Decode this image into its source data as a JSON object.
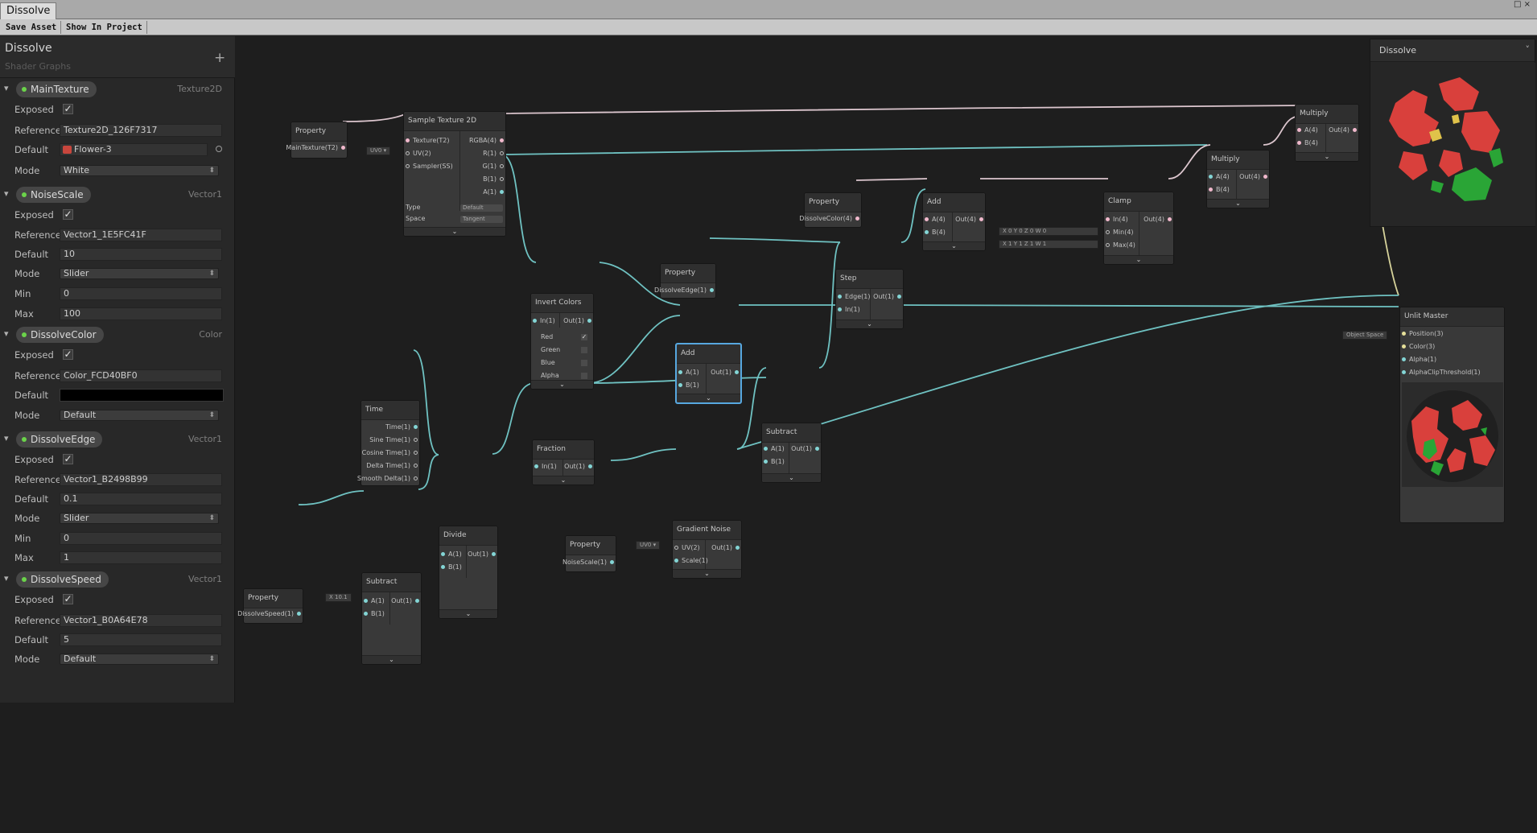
{
  "window": {
    "tab_title": "Dissolve",
    "controls": "□ ×"
  },
  "toolbar": {
    "save_asset": "Save Asset",
    "show_in_project": "Show In Project"
  },
  "blackboard": {
    "title": "Dissolve",
    "subtitle": "Shader Graphs",
    "add_symbol": "+",
    "properties": [
      {
        "name": "MainTexture",
        "type": "Texture2D",
        "exposed_label": "Exposed",
        "exposed": true,
        "reference_label": "Reference",
        "reference": "Texture2D_126F7317",
        "default_label": "Default",
        "default": "Flower-3",
        "mode_label": "Mode",
        "mode": "White"
      },
      {
        "name": "NoiseScale",
        "type": "Vector1",
        "exposed_label": "Exposed",
        "exposed": true,
        "reference_label": "Reference",
        "reference": "Vector1_1E5FC41F",
        "default_label": "Default",
        "default": "10",
        "mode_label": "Mode",
        "mode": "Slider",
        "min_label": "Min",
        "min": "0",
        "max_label": "Max",
        "max": "100"
      },
      {
        "name": "DissolveColor",
        "type": "Color",
        "exposed_label": "Exposed",
        "exposed": true,
        "reference_label": "Reference",
        "reference": "Color_FCD40BF0",
        "default_label": "Default",
        "default_color": "#000000",
        "mode_label": "Mode",
        "mode": "Default"
      },
      {
        "name": "DissolveEdge",
        "type": "Vector1",
        "exposed_label": "Exposed",
        "exposed": true,
        "reference_label": "Reference",
        "reference": "Vector1_B2498B99",
        "default_label": "Default",
        "default": "0.1",
        "mode_label": "Mode",
        "mode": "Slider",
        "min_label": "Min",
        "min": "0",
        "max_label": "Max",
        "max": "1"
      },
      {
        "name": "DissolveSpeed",
        "type": "Vector1",
        "exposed_label": "Exposed",
        "exposed": true,
        "reference_label": "Reference",
        "reference": "Vector1_B0A64E78",
        "default_label": "Default",
        "default": "5",
        "mode_label": "Mode",
        "mode": "Default"
      }
    ]
  },
  "nodes": {
    "prop_maintex": {
      "title": "Property",
      "out": "MainTexture(T2)"
    },
    "sample_tex": {
      "title": "Sample Texture 2D",
      "in_texture": "Texture(T2)",
      "in_uv": "UV(2)",
      "in_sampler": "Sampler(SS)",
      "out_rgba": "RGBA(4)",
      "out_r": "R(1)",
      "out_g": "G(1)",
      "out_b": "B(1)",
      "out_a": "A(1)",
      "type_label": "Type",
      "type_value": "Default",
      "space_label": "Space",
      "space_value": "Tangent",
      "uv_ext": "UV0 ▾"
    },
    "invert": {
      "title": "Invert Colors",
      "in": "In(1)",
      "out": "Out(1)",
      "red": "Red",
      "green": "Green",
      "blue": "Blue",
      "alpha": "Alpha"
    },
    "time": {
      "title": "Time",
      "o1": "Time(1)",
      "o2": "Sine Time(1)",
      "o3": "Cosine Time(1)",
      "o4": "Delta Time(1)",
      "o5": "Smooth Delta(1)"
    },
    "prop_speed": {
      "title": "Property",
      "out": "DissolveSpeed(1)"
    },
    "subtract1": {
      "title": "Subtract",
      "a": "A(1)",
      "b": "B(1)",
      "out": "Out(1)",
      "ext": "X 10.1"
    },
    "divide": {
      "title": "Divide",
      "a": "A(1)",
      "b": "B(1)",
      "out": "Out(1)"
    },
    "fraction": {
      "title": "Fraction",
      "in": "In(1)",
      "out": "Out(1)"
    },
    "prop_noise": {
      "title": "Property",
      "out": "NoiseScale(1)"
    },
    "gradient": {
      "title": "Gradient Noise",
      "uv": "UV(2)",
      "scale": "Scale(1)",
      "out": "Out(1)",
      "ext": "UV0 ▾"
    },
    "subtract2": {
      "title": "Subtract",
      "a": "A(1)",
      "b": "B(1)",
      "out": "Out(1)"
    },
    "add_center": {
      "title": "Add",
      "a": "A(1)",
      "b": "B(1)",
      "out": "Out(1)"
    },
    "prop_edge": {
      "title": "Property",
      "out": "DissolveEdge(1)"
    },
    "step": {
      "title": "Step",
      "edge": "Edge(1)",
      "in": "In(1)",
      "out": "Out(1)"
    },
    "prop_color": {
      "title": "Property",
      "out": "DissolveColor(4)"
    },
    "add_top": {
      "title": "Add",
      "a": "A(4)",
      "b": "B(4)",
      "out": "Out(4)"
    },
    "clamp": {
      "title": "Clamp",
      "in": "In(4)",
      "min": "Min(4)",
      "max": "Max(4)",
      "out": "Out(4)",
      "ext_min": "X 0   Y 0   Z 0   W 0",
      "ext_max": "X 1   Y 1   Z 1   W 1"
    },
    "multiply1": {
      "title": "Multiply",
      "a": "A(4)",
      "b": "B(4)",
      "out": "Out(4)"
    },
    "multiply2": {
      "title": "Multiply",
      "a": "A(4)",
      "b": "B(4)",
      "out": "Out(4)"
    },
    "master": {
      "title": "Unlit Master",
      "pos": "Position(3)",
      "color": "Color(3)",
      "alpha": "Alpha(1)",
      "clip": "AlphaClipThreshold(1)",
      "ext": "Object Space"
    }
  },
  "preview": {
    "title": "Dissolve",
    "chevron": "˅"
  },
  "colors": {
    "wire_vector1": "#6fc2c2",
    "wire_vector4": "#dcc6ce",
    "selection": "#57a8e0",
    "preview_red": "#d9403c",
    "preview_green": "#2aa536",
    "preview_yellow": "#e0c24a"
  },
  "icons": [
    "chevron-down-icon",
    "checkmark-icon",
    "texture-icon",
    "object-picker-icon",
    "dropdown-arrow-icon",
    "plus-icon"
  ]
}
